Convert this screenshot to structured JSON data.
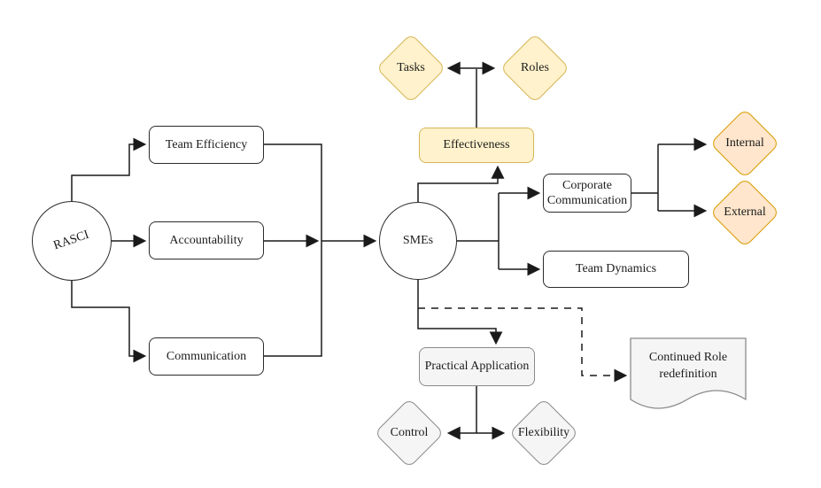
{
  "nodes": {
    "rasci": {
      "label": "RASCI"
    },
    "team_efficiency": {
      "label": "Team Efficiency"
    },
    "accountability": {
      "label": "Accountability"
    },
    "communication": {
      "label": "Communication"
    },
    "smes": {
      "label": "SMEs"
    },
    "effectiveness": {
      "label": "Effectiveness"
    },
    "tasks": {
      "label": "Tasks"
    },
    "roles": {
      "label": "Roles"
    },
    "corporate_communication": {
      "label": "Corporate Communication"
    },
    "internal": {
      "label": "Internal"
    },
    "external": {
      "label": "External"
    },
    "team_dynamics": {
      "label": "Team Dynamics"
    },
    "practical_application": {
      "label": "Practical Application"
    },
    "control": {
      "label": "Control"
    },
    "flexibility": {
      "label": "Flexibility"
    },
    "continued_role_redefinition": {
      "label": "Continued Role redefinition"
    }
  },
  "colors": {
    "yellow_fill": "#FFF2CC",
    "yellow_stroke": "#D6B656",
    "orange_fill": "#FFE6CC",
    "orange_stroke": "#D79B00",
    "gray_fill": "#F5F5F5",
    "gray_stroke": "#8a8a8a",
    "white_fill": "#FFFFFF",
    "node_stroke": "#2b2b2b",
    "line": "#1a1a1a",
    "background": "#ffffff"
  }
}
